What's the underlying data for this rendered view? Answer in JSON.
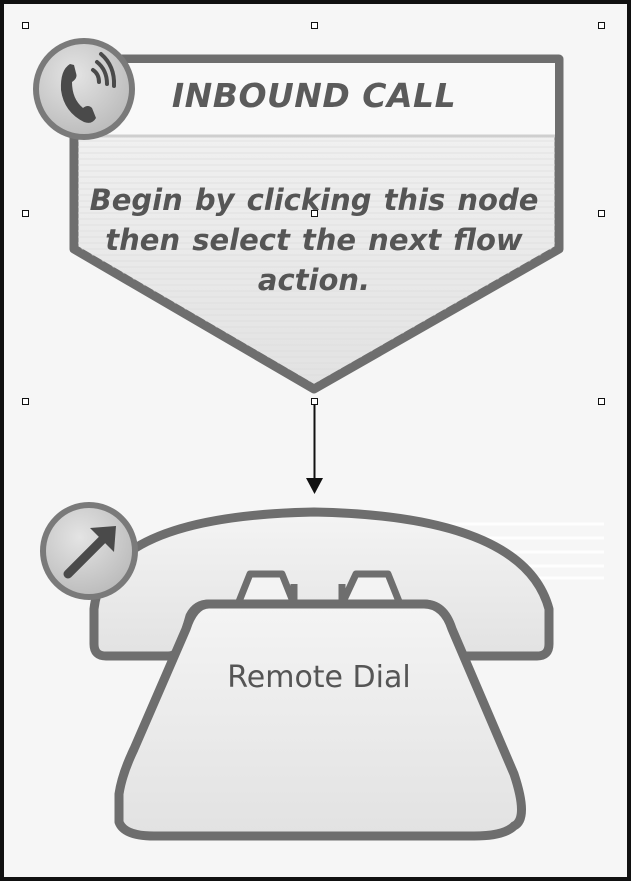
{
  "flow": {
    "start_node": {
      "title": "INBOUND CALL",
      "description": "Begin by clicking this node then select the next flow action.",
      "icon": "phone-ringing-icon"
    },
    "action_node": {
      "label": "Remote Dial",
      "icon": "outbound-arrow-icon"
    }
  },
  "colors": {
    "frame": "#111111",
    "canvas": "#f6f6f6",
    "node_outline": "#6e6e6e",
    "node_fill": "#eeeeee",
    "text": "#555555"
  }
}
